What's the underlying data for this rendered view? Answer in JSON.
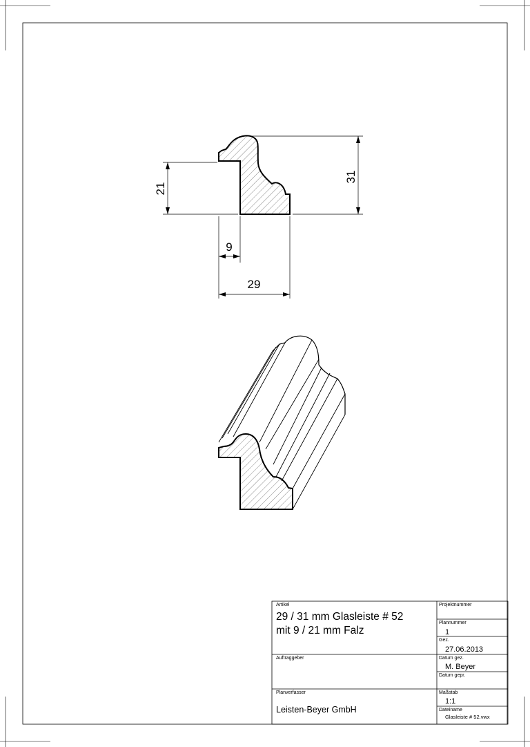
{
  "drawing": {
    "dimensions": {
      "height_total": "31",
      "rebate_height": "21",
      "rebate_width": "9",
      "width_total": "29"
    }
  },
  "title_block": {
    "artikel_label": "Artikel",
    "artikel_line1": "29 / 31 mm Glasleiste # 52",
    "artikel_line2": "mit 9 / 21 mm Falz",
    "projektnummer_label": "Projektnummer",
    "plannummer_label": "Plannummer",
    "plannummer_value": "1",
    "gez_label": "Gez.",
    "gez_value": "27.06.2013",
    "auftraggeber_label": "Auftraggeber",
    "datum_gez_label": "Datum gez.",
    "datum_gez_value": "M. Beyer",
    "datum_gepr_label": "Datum gepr.",
    "planverfasser_label": "Planverfasser",
    "planverfasser_value": "Leisten-Beyer GmbH",
    "massstab_label": "Maßstab",
    "massstab_value": "1:1",
    "dateiname_label": "Dateiname",
    "dateiname_value": "Glasleiste # 52.vwx"
  }
}
